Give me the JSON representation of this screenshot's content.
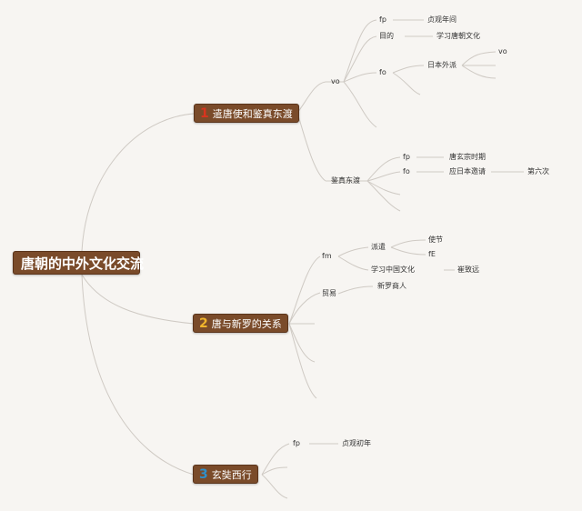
{
  "root": {
    "label": "唐朝的中外文化交流"
  },
  "branches": [
    {
      "badge": "1",
      "badge_color": "#d8341e",
      "label": "遣唐使和鉴真东渡",
      "sub": {
        "vo": "vo",
        "fp": "fp",
        "fp_value": "贞观年间",
        "goal": "目的",
        "goal_value": "学习唐朝文化",
        "fo": "fo",
        "fo_value": "日本外派",
        "fo_sub": "vo",
        "jianzhen": "鉴真东渡",
        "jz_fp": "fp",
        "jz_fp_value": "唐玄宗时期",
        "jz_fo": "fo",
        "jz_fo_value": "应日本邀请",
        "jz_fo_sub": "第六次"
      }
    },
    {
      "badge": "2",
      "badge_color": "#f0b52c",
      "label": "唐与新罗的关系",
      "sub": {
        "fm": "fm",
        "paiqian": "派遣",
        "envoy": "使节",
        "fe": "fE",
        "study": "学习中国文化",
        "study_value": "崔致远",
        "trade": "贸易",
        "trade_value": "新罗商人"
      }
    },
    {
      "badge": "3",
      "badge_color": "#2f8fc9",
      "label": "玄奘西行",
      "sub": {
        "fp": "fp",
        "fp_value": "贞观初年"
      }
    }
  ],
  "colors": {
    "node_fill": "#7a4b2a",
    "line": "#cfcac4",
    "background": "#f7f5f2"
  }
}
